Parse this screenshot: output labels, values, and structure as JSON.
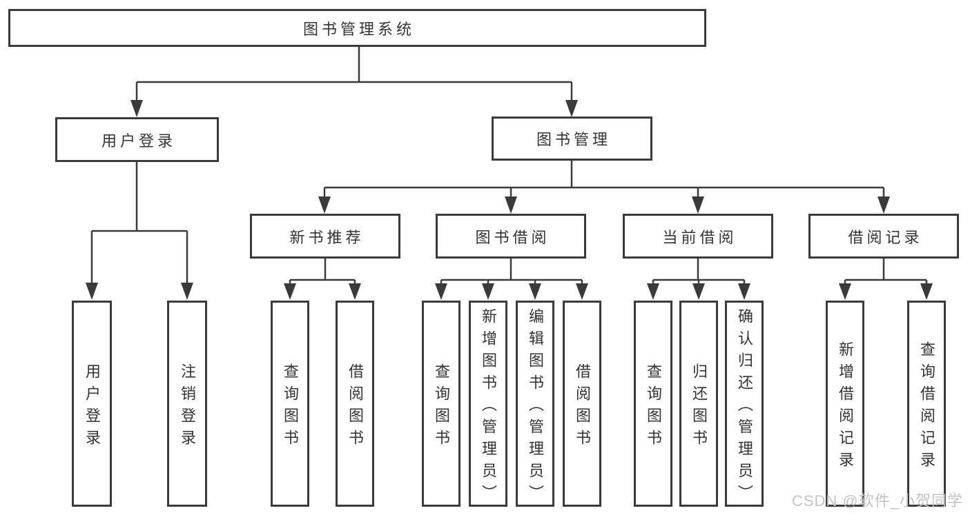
{
  "tree": {
    "label": "图书管理系统",
    "children": [
      {
        "label": "用户登录",
        "children": [
          {
            "label": "用户登录"
          },
          {
            "label": "注销登录"
          }
        ]
      },
      {
        "label": "图书管理",
        "children": [
          {
            "label": "新书推荐",
            "children": [
              {
                "label": "查询图书"
              },
              {
                "label": "借阅图书"
              }
            ]
          },
          {
            "label": "图书借阅",
            "children": [
              {
                "label": "查询图书"
              },
              {
                "label": "新增图书（管理员）"
              },
              {
                "label": "编辑图书（管理员）"
              },
              {
                "label": "借阅图书"
              }
            ]
          },
          {
            "label": "当前借阅",
            "children": [
              {
                "label": "查询图书"
              },
              {
                "label": "归还图书"
              },
              {
                "label": "确认归还（管理员）"
              }
            ]
          },
          {
            "label": "借阅记录",
            "children": [
              {
                "label": "新增借阅记录"
              },
              {
                "label": "查询借阅记录"
              }
            ]
          }
        ]
      }
    ]
  },
  "watermark": {
    "text": "CSDN @软件_小贺同学"
  },
  "colors": {
    "line": "#3a3a3a",
    "border": "#3a3a3a",
    "text": "#333333",
    "background": "#ffffff",
    "watermark": "#c3c3c3"
  }
}
